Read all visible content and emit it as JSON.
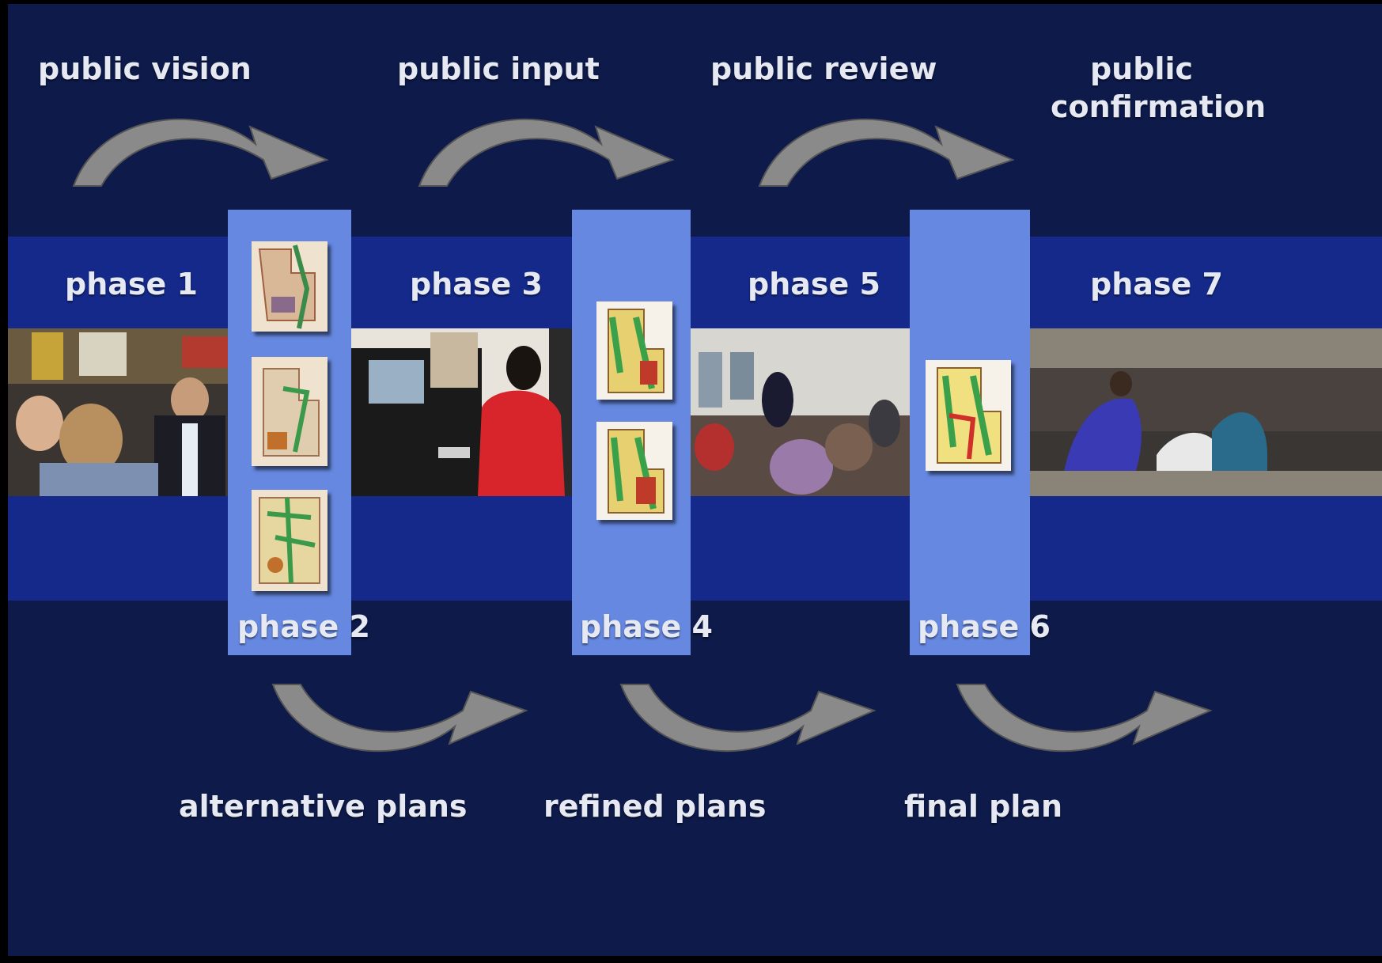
{
  "top_labels": {
    "l1": "public vision",
    "l2": "public input",
    "l3": "public review",
    "l4a": "public",
    "l4b": "confirmation"
  },
  "phases": {
    "p1": "phase 1",
    "p2": "phase 2",
    "p3": "phase 3",
    "p4": "phase 4",
    "p5": "phase 5",
    "p6": "phase 6",
    "p7": "phase 7"
  },
  "bottom_labels": {
    "b1": "alternative plans",
    "b2": "refined plans",
    "b3": "final plan"
  },
  "colors": {
    "background": "#0d1a4a",
    "band": "#14298a",
    "plan_column": "#6688e0",
    "arrow": "#8a8a8a",
    "text": "#e6e9f2"
  },
  "icons": {
    "photo": "meeting-photo",
    "plan": "plan-drawing",
    "arrow": "curved-arrow"
  }
}
